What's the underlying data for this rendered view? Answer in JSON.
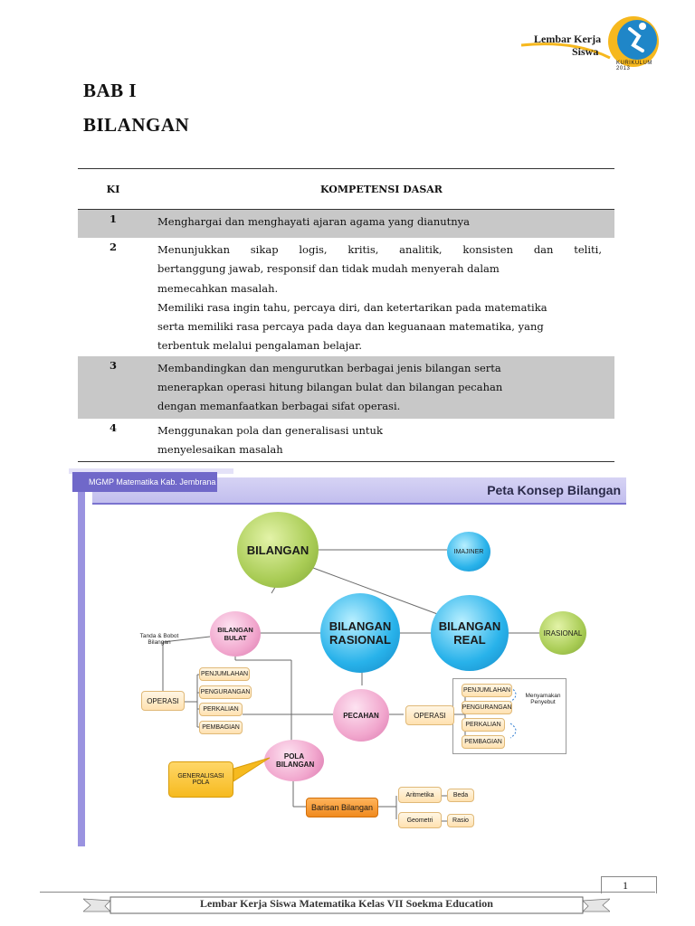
{
  "logo": {
    "line1": "Lembar Kerja",
    "line2": "Siswa",
    "curriculum": "KURIKULUM 2013"
  },
  "chapter": {
    "number": "BAB I",
    "title": "BILANGAN"
  },
  "table": {
    "headers": {
      "ki": "KI",
      "kd": "KOMPETENSI DASAR"
    },
    "rows": [
      {
        "ki": "1",
        "lines": [
          "Menghargai dan menghayati ajaran agama yang dianutnya"
        ]
      },
      {
        "ki": "2",
        "lines": [
          "Menunjukkan sikap logis, kritis, analitik, konsisten dan teliti,",
          "bertanggung jawab, responsif dan tidak mudah menyerah dalam",
          "memecahkan masalah.",
          "Memiliki rasa ingin tahu, percaya diri, dan ketertarikan pada matematika",
          "serta memiliki rasa percaya pada daya dan keguanaan matematika, yang",
          "terbentuk melalui pengalaman belajar."
        ]
      },
      {
        "ki": "3",
        "lines": [
          "Membandingkan dan mengurutkan berbagai jenis bilangan serta",
          "menerapkan operasi hitung bilangan bulat dan bilangan pecahan",
          "dengan memanfaatkan berbagai sifat operasi."
        ]
      },
      {
        "ki": "4",
        "lines": [
          "Menggunakan pola dan generalisasi untuk",
          "menyelesaikan masalah"
        ]
      }
    ]
  },
  "concept_map": {
    "tab_label": "MGMP Matematika Kab. Jembrana",
    "title": "Peta Konsep Bilangan",
    "nodes": {
      "bilangan": "BILANGAN",
      "imajiner": "IMAJINER",
      "rasional": "BILANGAN RASIONAL",
      "real": "BILANGAN REAL",
      "irasional": "IRASIONAL",
      "bulat": "BILANGAN BULAT",
      "tanda": "Tanda & Bobot Bilangan",
      "operasi_left": "OPERASI",
      "penjumlahan_l": "PENJUMLAHAN",
      "pengurangan_l": "PENGURANGAN",
      "perkalian_l": "PERKALIAN",
      "pembagian_l": "PEMBAGIAN",
      "pecahan": "PECAHAN",
      "operasi_right": "OPERASI",
      "penjumlahan_r": "PENJUMLAHAN",
      "pengurangan_r": "PENGURANGAN",
      "perkalian_r": "PERKALIAN",
      "pembagian_r": "PEMBAGIAN",
      "menyamakan": "Menyamakan Penyebut",
      "pola": "POLA BILANGAN",
      "generalisasi": "GENERALISASI POLA",
      "barisan": "Barisan Bilangan",
      "aritmetika": "Aritmetika",
      "geometri": "Geometri",
      "beda": "Beda",
      "rasio": "Rasio"
    },
    "colors": {
      "sphere_green": "#a9cc55",
      "sphere_blue": "#28b2ea",
      "sphere_pink": "#f1a6cd",
      "header": "#7068c9"
    }
  },
  "footer": {
    "page_number": "1",
    "text": "Lembar Kerja Siswa Matematika Kelas VII Soekma Education"
  }
}
